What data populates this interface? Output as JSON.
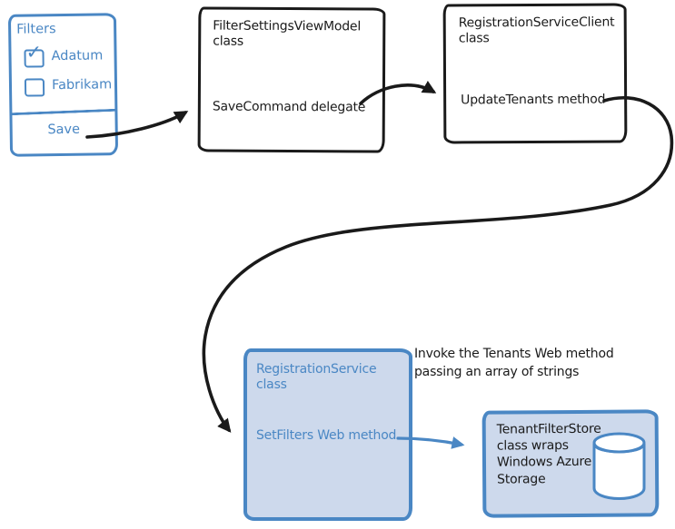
{
  "colors": {
    "sketch_blue": "#4a87c4",
    "light_blue_fill": "#cdd9ec",
    "ink_black": "#1a1a1a"
  },
  "filters_panel": {
    "title": "Filters",
    "checkboxes": [
      {
        "label": "Adatum",
        "checked": true
      },
      {
        "label": "Fabrikam",
        "checked": false
      }
    ],
    "check_glyph": "✓",
    "save_label": "Save"
  },
  "view_model_box": {
    "title": "FilterSettingsViewModel class",
    "member": "SaveCommand delegate"
  },
  "service_client_box": {
    "title": "RegistrationServiceClient class",
    "member": "UpdateTenants method"
  },
  "registration_service_box": {
    "title": "RegistrationService class",
    "member": "SetFilters Web method"
  },
  "tenant_store_box": {
    "label": "TenantFilterStore class wraps Windows Azure Storage",
    "icon": "database-cylinder"
  },
  "annotation": {
    "text": "Invoke the Tenants Web method passing an array of strings"
  },
  "arrows": [
    {
      "name": "save-to-savecommand",
      "color": "black"
    },
    {
      "name": "savecommand-to-updatetenants",
      "color": "black"
    },
    {
      "name": "updatetenants-to-setfilters",
      "color": "black"
    },
    {
      "name": "setfilters-to-tenantstore",
      "color": "blue"
    }
  ]
}
